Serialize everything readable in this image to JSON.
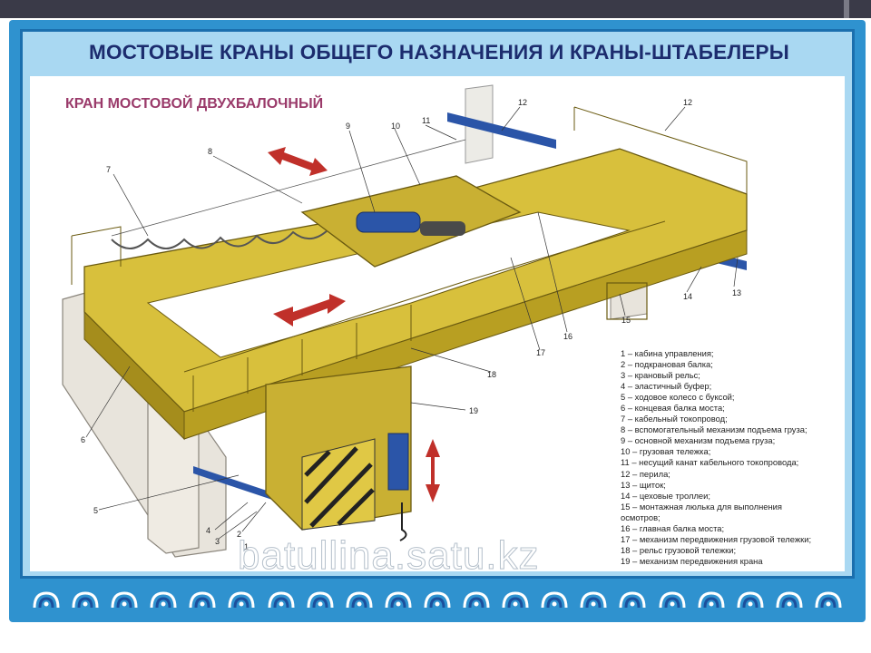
{
  "poster": {
    "title": "МОСТОВЫЕ КРАНЫ ОБЩЕГО НАЗНАЧЕНИЯ И КРАНЫ-ШТАБЕЛЕРЫ",
    "subtitle": "КРАН МОСТОВОЙ ДВУХБАЛОЧНЫЙ",
    "watermark": "batullina.satu.kz"
  },
  "callouts": [
    "1",
    "2",
    "3",
    "4",
    "5",
    "6",
    "7",
    "8",
    "9",
    "10",
    "11",
    "12",
    "12",
    "13",
    "14",
    "15",
    "16",
    "17",
    "18",
    "19"
  ],
  "legend": [
    "1 – кабина управления;",
    "2 – подкрановая балка;",
    "3 – крановый рельс;",
    "4 – эластичный буфер;",
    "5 – ходовое колесо с буксой;",
    "6 – концевая балка моста;",
    "7 – кабельный токопровод;",
    "8 – вспомогательный механизм подъема груза;",
    "9 – основной механизм подъема груза;",
    "10 – грузовая тележка;",
    "11 – несущий канат кабельного токопровода;",
    "12 – перила;",
    "13 – щиток;",
    "14 – цеховые троллеи;",
    "15 – монтажная люлька для выполнения",
    "осмотров;",
    "16 – главная балка моста;",
    "17 – механизм передвижения грузовой тележки;",
    "18 – рельс грузовой тележки;",
    "19 – механизм передвижения крана"
  ],
  "colors": {
    "poster_blue": "#2f92cf",
    "frame_light": "#a9d8f2",
    "title_navy": "#1c2c6e",
    "subtitle_purple": "#9a3a6a",
    "crane_yellow": "#d8c03c",
    "arrow_red": "#c0302a",
    "rail_blue": "#2b55a8"
  }
}
